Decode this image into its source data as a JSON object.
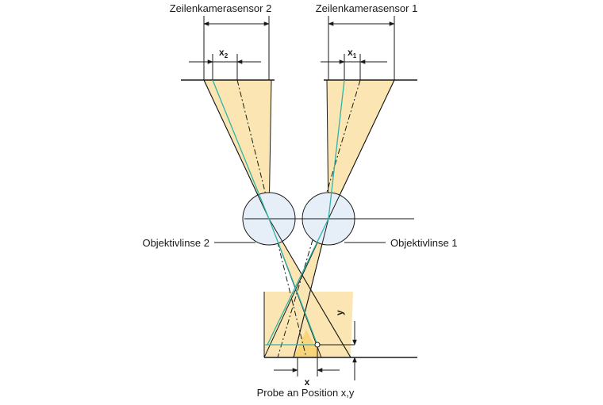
{
  "labels": {
    "sensor2": "Zeilenkamerasensor 2",
    "sensor1": "Zeilenkamerasensor 1",
    "x2_main": "x",
    "x2_sub": "2",
    "x1_main": "x",
    "x1_sub": "1",
    "lens2": "Objektivlinse 2",
    "lens1": "Objektivlinse 1",
    "y": "y",
    "x": "x",
    "probe": "Probe an Position x,y"
  },
  "colors": {
    "beam": "#fbe6b3",
    "beam_overlap": "#f8d47c",
    "lens": "#e6eef8",
    "ray": "#2fb3a6",
    "line": "#1a1a1a"
  }
}
